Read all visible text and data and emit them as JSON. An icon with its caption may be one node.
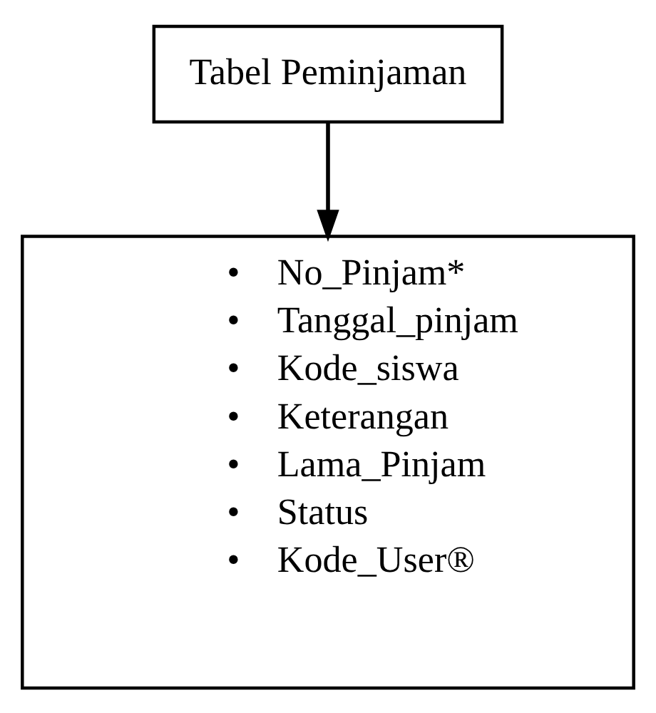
{
  "diagram": {
    "nodes": [
      {
        "text": [
          "Tabel Peminjaman"
        ]
      },
      {
        "text": [
          "• No_Pinjam*",
          "• Tanggal_pinjam",
          "• Kode_siswa",
          "• Keterangan",
          "• Lama_Pinjam",
          "• Status",
          "• Kode_User®"
        ]
      }
    ],
    "edges": [
      {
        "from": 0,
        "to": 1,
        "arrow": "to"
      }
    ]
  }
}
